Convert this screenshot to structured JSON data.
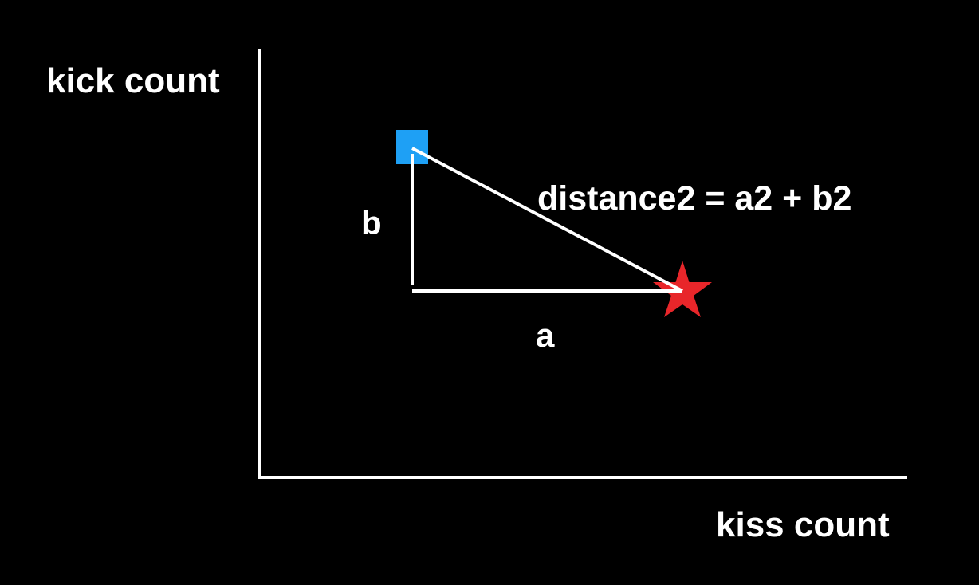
{
  "axes": {
    "y_label": "kick count",
    "x_label": "kiss count"
  },
  "diagram": {
    "leg_b_label": "b",
    "leg_a_label": "a",
    "formula": "distance2 = a2 + b2"
  },
  "markers": {
    "square_color": "#1ea0f5",
    "star_color": "#e8262a"
  },
  "colors": {
    "background": "#000000",
    "lines": "#ffffff",
    "text": "#ffffff"
  }
}
